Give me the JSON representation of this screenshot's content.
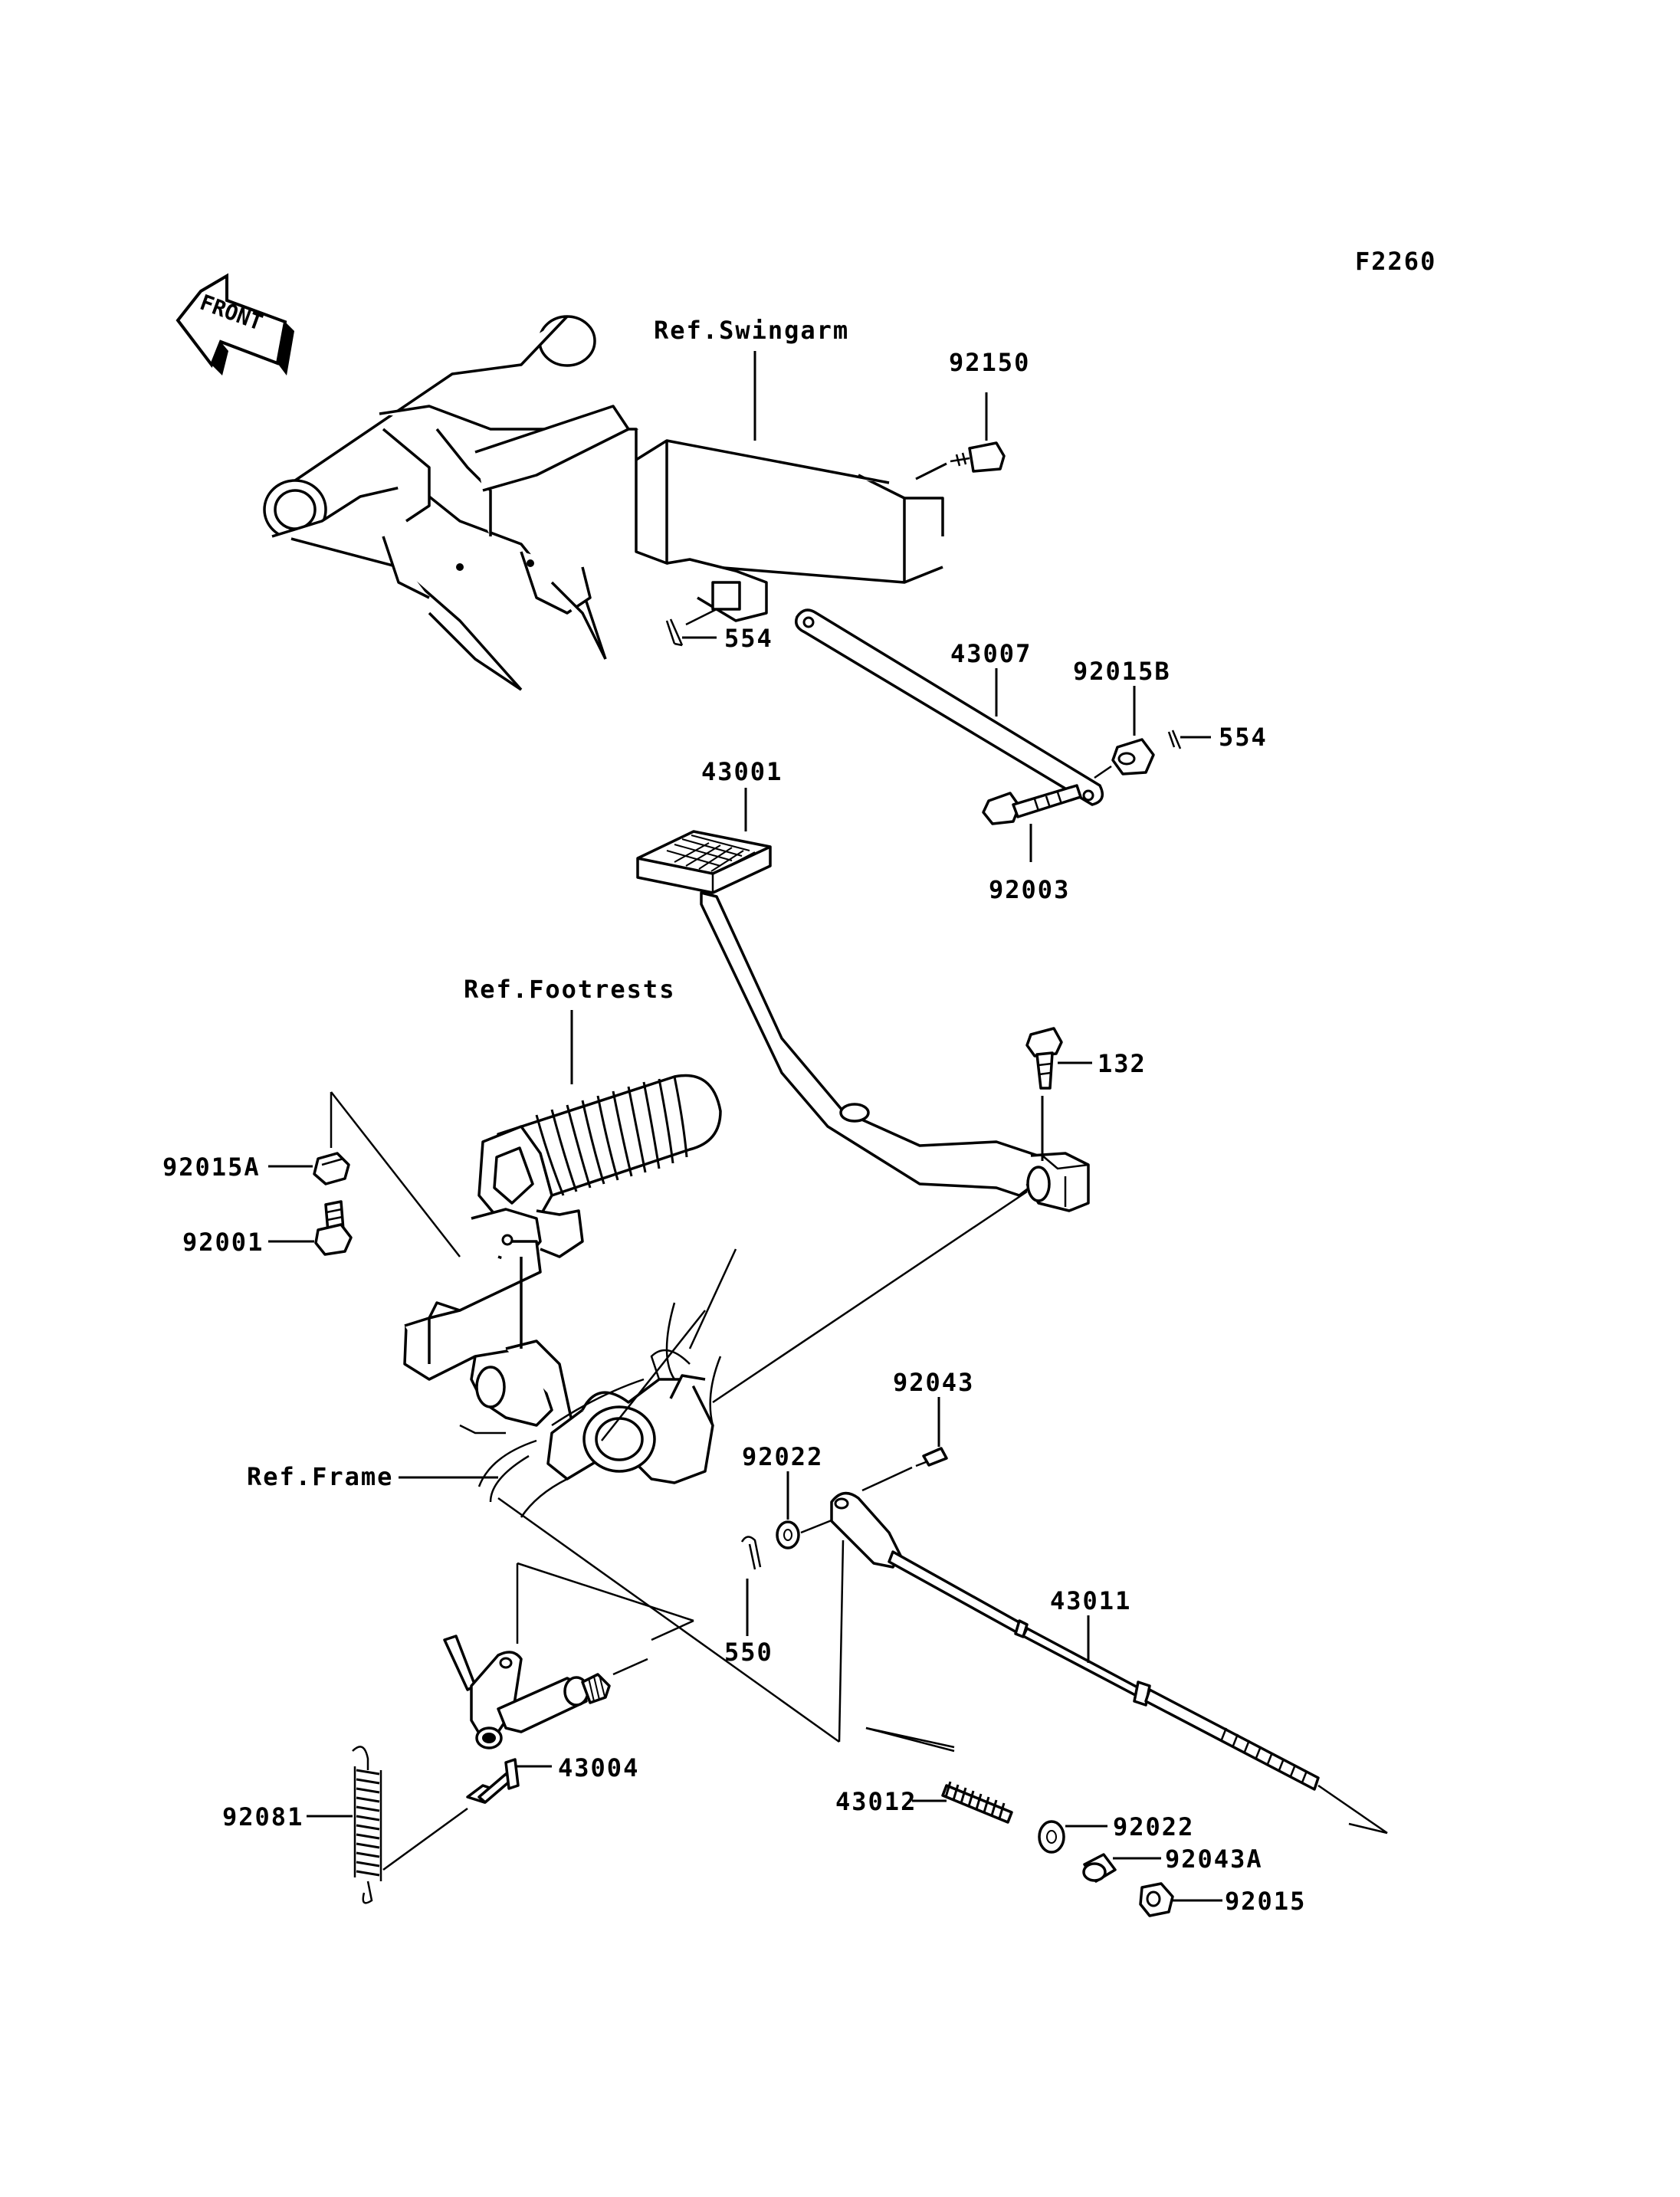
{
  "figure_code": "F2260",
  "front_arrow": {
    "text": "FRONT"
  },
  "references": {
    "swingarm": "Ref.Swingarm",
    "footrests": "Ref.Footrests",
    "frame": "Ref.Frame"
  },
  "parts": {
    "p92150": "92150",
    "p554_top": "554",
    "p43007": "43007",
    "p92015B": "92015B",
    "p554_right": "554",
    "p43001": "43001",
    "p92003": "92003",
    "p132": "132",
    "p92015A": "92015A",
    "p92001": "92001",
    "p92043_top": "92043",
    "p92022_top": "92022",
    "p43011": "43011",
    "p550": "550",
    "p43004": "43004",
    "p92081": "92081",
    "p43012": "43012",
    "p92022_bottom": "92022",
    "p92043A": "92043A",
    "p92015": "92015"
  }
}
